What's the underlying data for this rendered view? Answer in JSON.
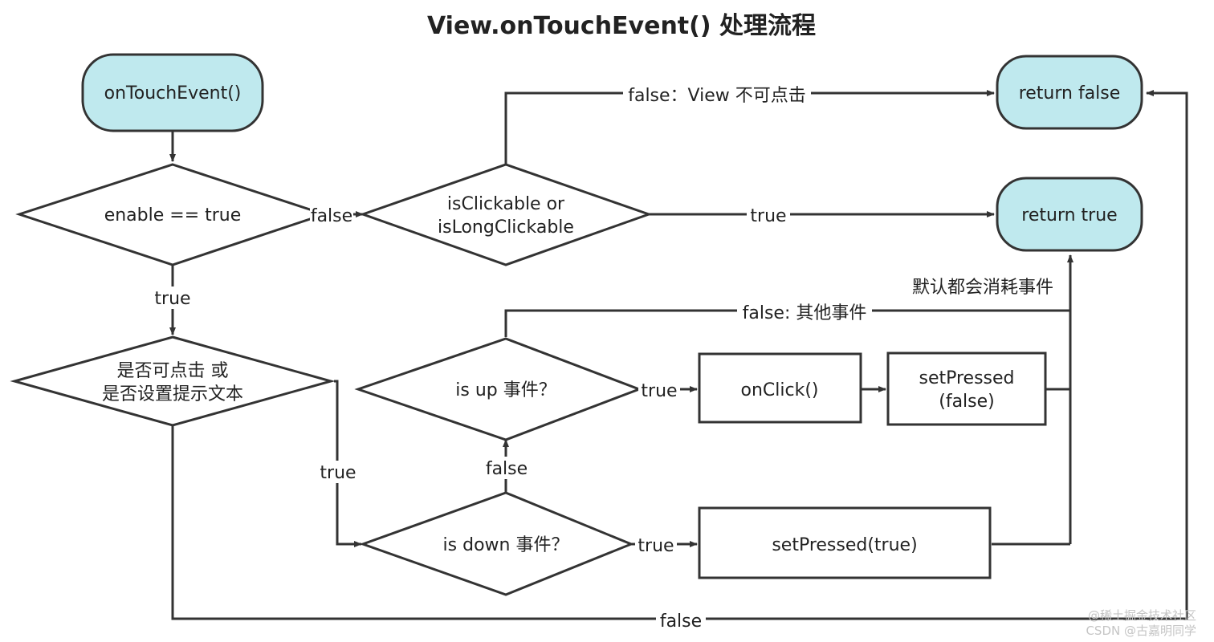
{
  "title": "View.onTouchEvent() 处理流程",
  "nodes": {
    "start": "onTouchEvent()",
    "enable_check": "enable == true",
    "clickable_check": [
      "isClickable or",
      "isLongClickable"
    ],
    "return_false": "return false",
    "return_true": "return true",
    "clickable_or_tooltip": [
      "是否可点击 或",
      "是否设置提示文本"
    ],
    "is_up": "is up 事件？",
    "is_down": "is down 事件？",
    "on_click": "onClick()",
    "set_pressed_false": [
      "setPressed",
      "(false)"
    ],
    "set_pressed_true": "setPressed(true)"
  },
  "edges": {
    "enable_false": "false",
    "enable_true": "true",
    "not_clickable": "false：View 不可点击",
    "clickable_true": "true",
    "tooltip_true": "true",
    "tooltip_false": "false",
    "down_false": "false",
    "up_true": "true",
    "down_true": "true",
    "up_false": "false: 其他事件"
  },
  "annotations": {
    "default_consume": "默认都会消耗事件"
  },
  "watermark": {
    "line1": "@稀土掘金技术社区",
    "line2": "CSDN @古嘉明同学"
  },
  "colors": {
    "terminal_fill": "#bfe9ee",
    "stroke": "#333333"
  }
}
